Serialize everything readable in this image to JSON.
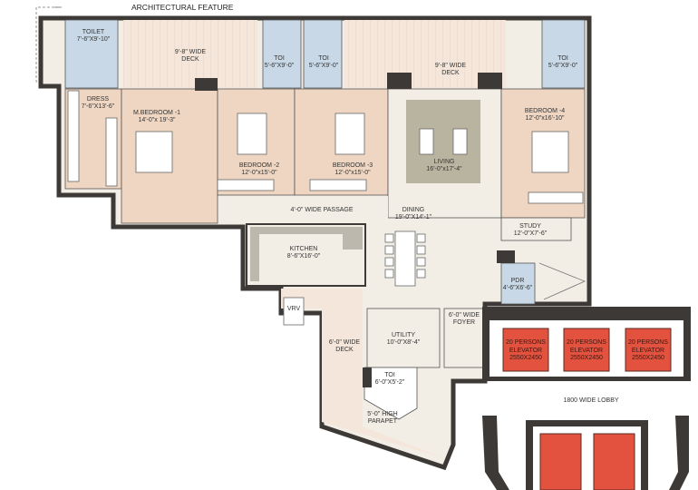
{
  "annotation": "ARCHITECTURAL FEATURE",
  "rooms": [
    {
      "name": "TOILET",
      "size": "7'-6\"X9'-10\""
    },
    {
      "name": "9'-8\" WIDE",
      "size": "DECK"
    },
    {
      "name": "TOI",
      "size": "5'-6\"X9'-0\""
    },
    {
      "name": "TOI",
      "size": "5'-6\"X9'-0\""
    },
    {
      "name": "9'-8\" WIDE",
      "size": "DECK"
    },
    {
      "name": "TOI",
      "size": "5'-6\"X9'-0\""
    },
    {
      "name": "DRESS",
      "size": "7'-6\"X13'-6\""
    },
    {
      "name": "M.BEDROOM -1",
      "size": "14'-0\"x 19'-3\""
    },
    {
      "name": "BEDROOM -2",
      "size": "12'-0\"x15'-0\""
    },
    {
      "name": "BEDROOM -3",
      "size": "12'-0\"x15'-0\""
    },
    {
      "name": "LIVING",
      "size": "16'-0\"x17'-4\""
    },
    {
      "name": "BEDROOM -4",
      "size": "12'-0\"x16'-10\""
    },
    {
      "name": "4'-0\" WIDE PASSAGE",
      "size": ""
    },
    {
      "name": "DINING",
      "size": "19'-0\"X14'-1\""
    },
    {
      "name": "STUDY",
      "size": "12'-0\"X7'-6\""
    },
    {
      "name": "KITCHEN",
      "size": "8'-6\"X16'-0\""
    },
    {
      "name": "PDR",
      "size": "4'-6\"X6'-6\""
    },
    {
      "name": "VRV",
      "size": ""
    },
    {
      "name": "6'-0\" WIDE",
      "size": "FOYER"
    },
    {
      "name": "UTILITY",
      "size": "10'-0\"X8'-4\""
    },
    {
      "name": "6'-0\" WIDE",
      "size": "DECK"
    },
    {
      "name": "TOI",
      "size": "6'-0\"X5'-2\""
    },
    {
      "name": "5'-0\" HIGH",
      "size": "PARAPET"
    }
  ],
  "elevators": [
    {
      "line1": "20 PERSONS",
      "line2": "ELEVATOR",
      "line3": "2550X2450"
    },
    {
      "line1": "20 PERSONS",
      "line2": "ELEVATOR",
      "line3": "2550X2450"
    },
    {
      "line1": "20 PERSONS",
      "line2": "ELEVATOR",
      "line3": "2550X2450"
    }
  ],
  "lobby": "1800 WIDE LOBBY",
  "colors": {
    "wall": "#3d3936",
    "bedroom": "#efd6c2",
    "deck": "#f4e6da",
    "toilet": "#c8d8e6",
    "common": "#f2eee6",
    "rug": "#b9b4a0",
    "elevator": "#e2523f"
  }
}
